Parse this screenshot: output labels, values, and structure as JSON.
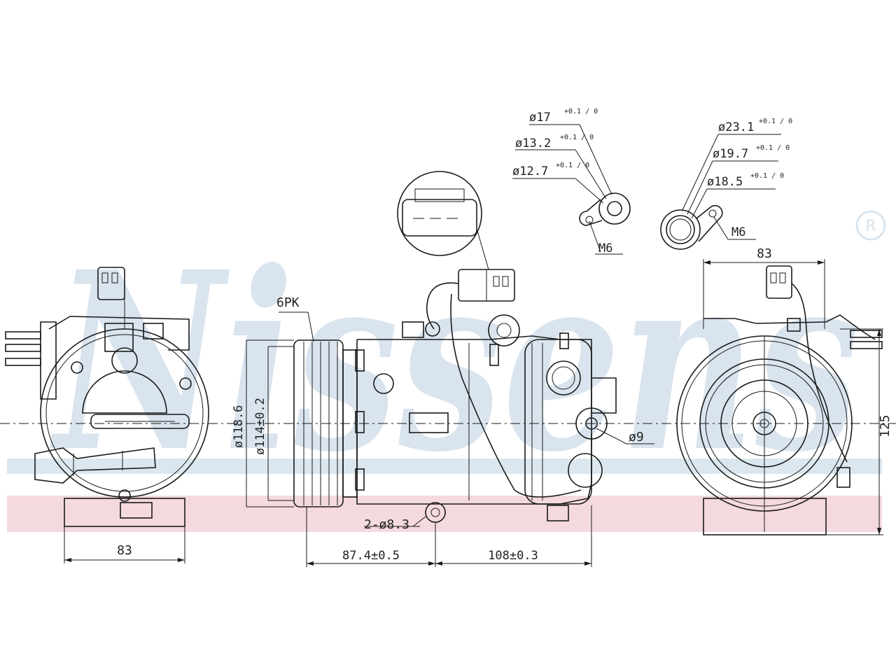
{
  "watermark": {
    "brand": "Nissens",
    "registered": "®",
    "band_top_color": "#dbe6ee",
    "band_bottom_color": "#f3d6dc",
    "text_color": "#d6e2ec"
  },
  "left_view": {
    "width_label": "83"
  },
  "center_view": {
    "pulley_label": "6PK",
    "pulley_outer_dia": "ø118.6",
    "pulley_inner_dia": "ø114±0.2",
    "mount_holes": "2-ø8.3",
    "length_a": "87.4±0.5",
    "length_b": "108±0.3",
    "side_hole": "ø9"
  },
  "port_small": {
    "d1": "ø17",
    "d1_tol": "+0.1 / 0",
    "d2": "ø13.2",
    "d2_tol": "+0.1 / 0",
    "d3": "ø12.7",
    "d3_tol": "+0.1 / 0",
    "thread": "M6"
  },
  "port_large": {
    "d1": "ø23.1",
    "d1_tol": "+0.1 / 0",
    "d2": "ø19.7",
    "d2_tol": "+0.1 / 0",
    "d3": "ø18.5",
    "d3_tol": "+0.1 / 0",
    "thread": "M6"
  },
  "right_view": {
    "width_label": "83",
    "height_label": "125"
  }
}
